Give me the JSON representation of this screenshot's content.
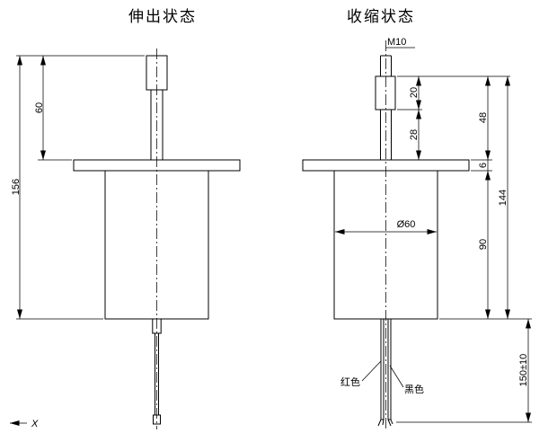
{
  "page": {
    "background": "#ffffff",
    "line_color": "#000000"
  },
  "views": {
    "extended": {
      "title": "伸出状态",
      "dims": {
        "exposed": "60",
        "overall": "156"
      }
    },
    "retracted": {
      "title": "收缩状态",
      "thread_label": "M10",
      "diameter_label": "Ø60",
      "dims": {
        "thread": "20",
        "shaft": "28",
        "above_flange": "48",
        "flange": "6",
        "body": "90",
        "overall": "144",
        "wires": "150±10"
      },
      "wire_labels": {
        "red": "红色",
        "black": "黑色"
      }
    }
  },
  "axis": {
    "x_label": "X"
  }
}
